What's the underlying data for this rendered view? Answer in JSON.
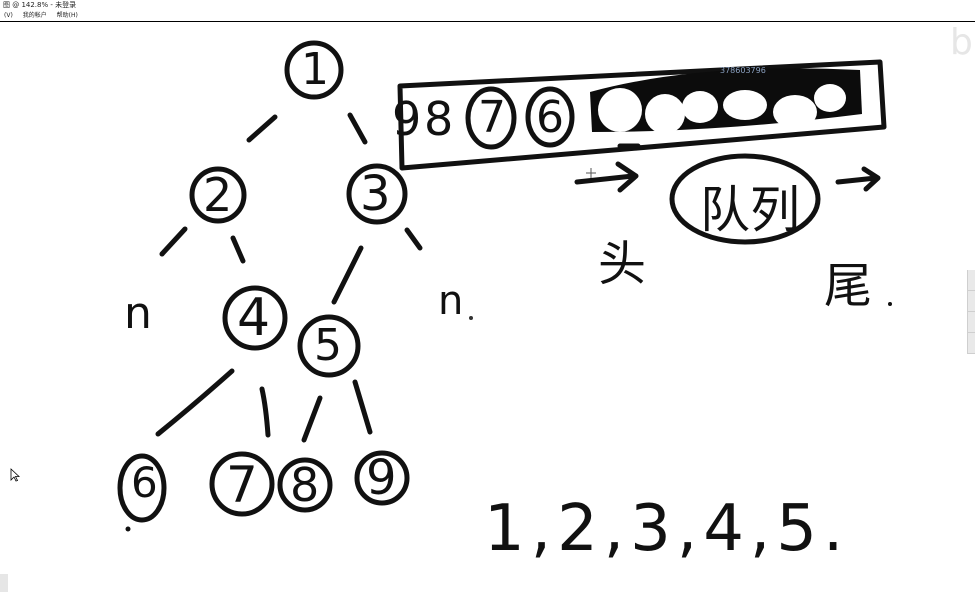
{
  "window": {
    "title": "图 @ 142.8% - 未登录",
    "menu": [
      "(V)",
      "我的帐户",
      "帮助(H)"
    ]
  },
  "drawing": {
    "tree_nodes": [
      "1",
      "2",
      "3",
      "4",
      "5",
      "6",
      "7",
      "8",
      "9"
    ],
    "null_markers": [
      "n",
      "n"
    ],
    "queue_strip": [
      "9",
      "8",
      "7",
      "6"
    ],
    "queue_id_text": "378603796",
    "queue_label": "队列",
    "head_label": "头",
    "tail_label": "尾",
    "sequence": "1,2,3,4,5."
  },
  "colors": {
    "ink": "#111111",
    "background": "#ffffff"
  }
}
